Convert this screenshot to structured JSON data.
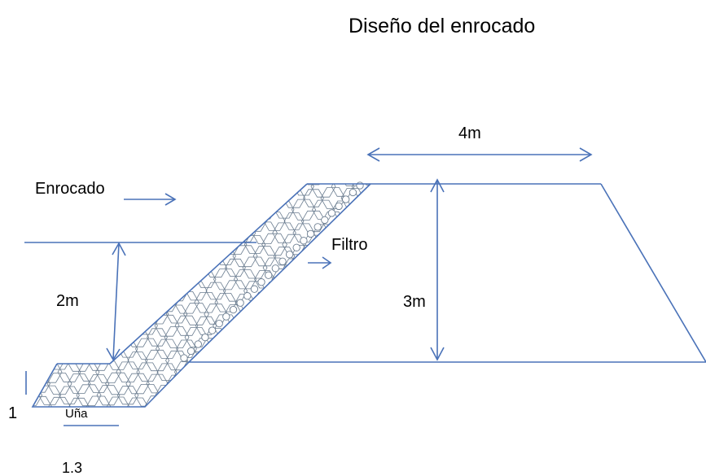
{
  "title": "Diseño del enrocado",
  "labels": {
    "top_width": "4m",
    "rock_layer": "Enrocado",
    "filter": "Filtro",
    "water_height": "2m",
    "dike_height": "3m",
    "slope_vertical": "1",
    "toe": "Uña",
    "slope_horizontal": "1.3"
  },
  "colors": {
    "line": "#4a72b8",
    "rock": "#6b7d90",
    "text": "#000000"
  }
}
